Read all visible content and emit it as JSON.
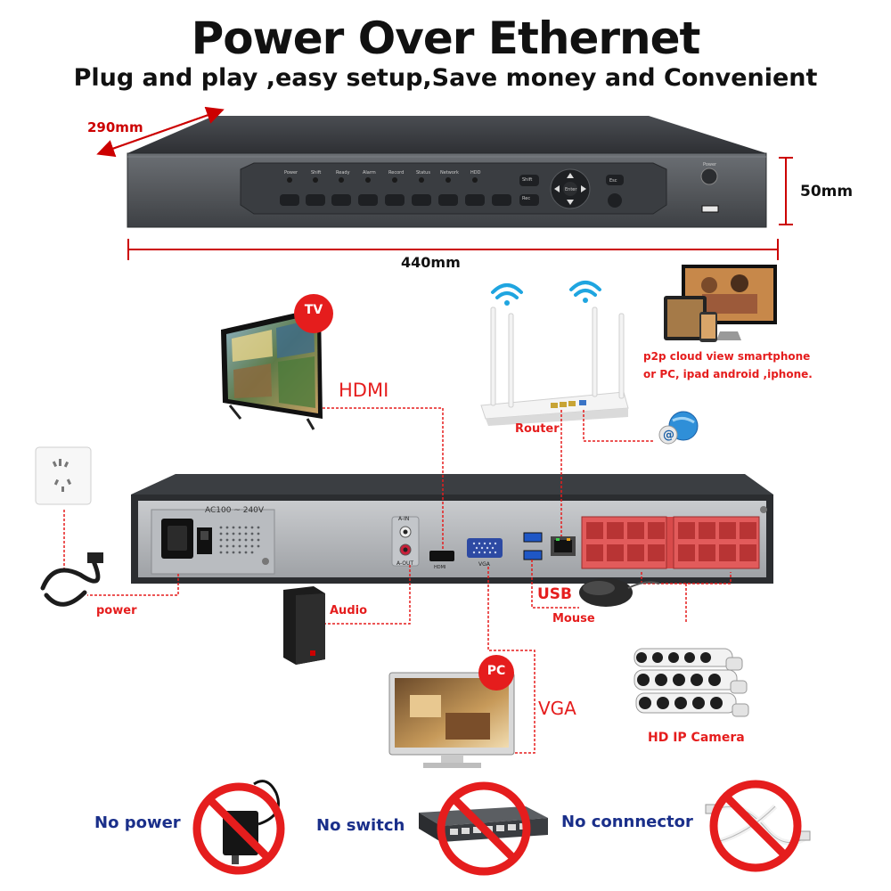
{
  "header": {
    "title": "Power Over Ethernet",
    "subtitle": "Plug and play ,easy setup,Save money and Convenient"
  },
  "dimensions": {
    "depth": "290mm",
    "height": "50mm",
    "width": "440mm"
  },
  "front_panel": {
    "indicators": [
      "Power",
      "Shift",
      "Ready",
      "Alarm",
      "Record",
      "Status",
      "Network",
      "HDD"
    ],
    "shift_button": "Shift",
    "enter_button": "Enter",
    "esc_button": "Esc",
    "rec_button": "Rec",
    "power_label": "Power"
  },
  "rear_panel": {
    "voltage": "AC100 ~ 240V",
    "ain": "A-IN",
    "aout": "A-OUT",
    "hdmi_port": "HDMI",
    "vga_port": "VGA"
  },
  "connections": {
    "tv_badge": "TV",
    "hdmi": "HDMI",
    "router": "Router",
    "cloud": "p2p cloud  view smartphone\nor PC, ipad android ,iphone.",
    "power": "power",
    "audio": "Audio",
    "usb": "USB",
    "mouse": "Mouse",
    "pc_badge": "PC",
    "vga": "VGA",
    "camera": "HD IP Camera"
  },
  "not_needed": [
    {
      "label": "No power"
    },
    {
      "label": "No switch"
    },
    {
      "label": "No connnector"
    }
  ],
  "colors": {
    "accent_red": "#e51d1d",
    "label_blue": "#1a2f8a",
    "device_gray": "#55585c"
  }
}
